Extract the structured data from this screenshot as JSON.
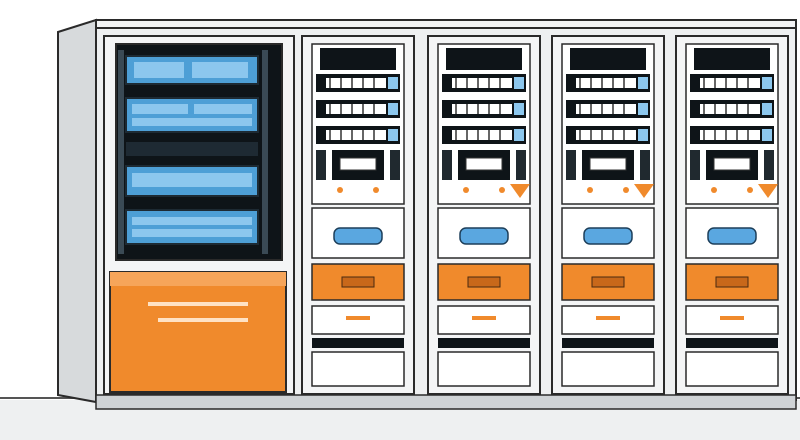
{
  "scene": {
    "subject": "server-rack-cabinets",
    "colors": {
      "background": "#ffffff",
      "frame": "#e9ebec",
      "frame_shadow": "#b9bec2",
      "outline": "#2a2a2a",
      "rack_interior": "#0e1418",
      "device_blue": "#4d9fd6",
      "device_blue_light": "#8cc7ee",
      "accent_orange": "#f08a2c",
      "accent_orange_dark": "#c8681a",
      "screen_blue": "#5aa7e0",
      "floor": "#e3e5e6"
    },
    "cabinets": [
      {
        "kind": "main-rack"
      },
      {
        "kind": "unit"
      },
      {
        "kind": "unit"
      },
      {
        "kind": "unit"
      },
      {
        "kind": "unit"
      }
    ]
  }
}
